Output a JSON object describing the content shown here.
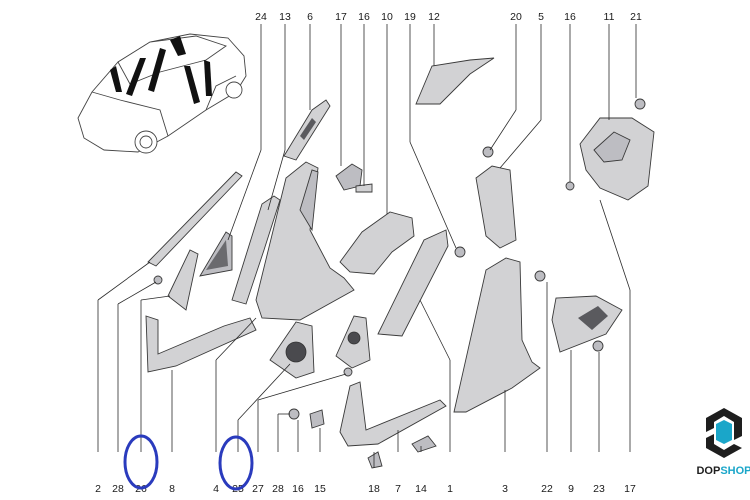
{
  "callouts": [
    {
      "id": "c24",
      "text": "24"
    },
    {
      "id": "c13",
      "text": "13"
    },
    {
      "id": "c6",
      "text": "6"
    },
    {
      "id": "c17a",
      "text": "17"
    },
    {
      "id": "c16a",
      "text": "16"
    },
    {
      "id": "c10",
      "text": "10"
    },
    {
      "id": "c19",
      "text": "19"
    },
    {
      "id": "c12",
      "text": "12"
    },
    {
      "id": "c20",
      "text": "20"
    },
    {
      "id": "c5",
      "text": "5"
    },
    {
      "id": "c16b",
      "text": "16"
    },
    {
      "id": "c11",
      "text": "11"
    },
    {
      "id": "c21",
      "text": "21"
    },
    {
      "id": "c2",
      "text": "2"
    },
    {
      "id": "c28a",
      "text": "28"
    },
    {
      "id": "c26",
      "text": "26"
    },
    {
      "id": "c8",
      "text": "8"
    },
    {
      "id": "c4",
      "text": "4"
    },
    {
      "id": "c25",
      "text": "25"
    },
    {
      "id": "c27",
      "text": "27"
    },
    {
      "id": "c28b",
      "text": "28"
    },
    {
      "id": "c16c",
      "text": "16"
    },
    {
      "id": "c15",
      "text": "15"
    },
    {
      "id": "c18",
      "text": "18"
    },
    {
      "id": "c7",
      "text": "7"
    },
    {
      "id": "c14",
      "text": "14"
    },
    {
      "id": "c1",
      "text": "1"
    },
    {
      "id": "c3",
      "text": "3"
    },
    {
      "id": "c22",
      "text": "22"
    },
    {
      "id": "c9",
      "text": "9"
    },
    {
      "id": "c23",
      "text": "23"
    },
    {
      "id": "c17b",
      "text": "17"
    }
  ],
  "highlights": [
    "26",
    "25"
  ],
  "highlight_color": "#2a3bbd",
  "logo": {
    "brand_part1": "DOP",
    "brand_part2": "SHOP",
    "color_dark": "#1e1e1e",
    "color_accent": "#1aa6c9"
  }
}
